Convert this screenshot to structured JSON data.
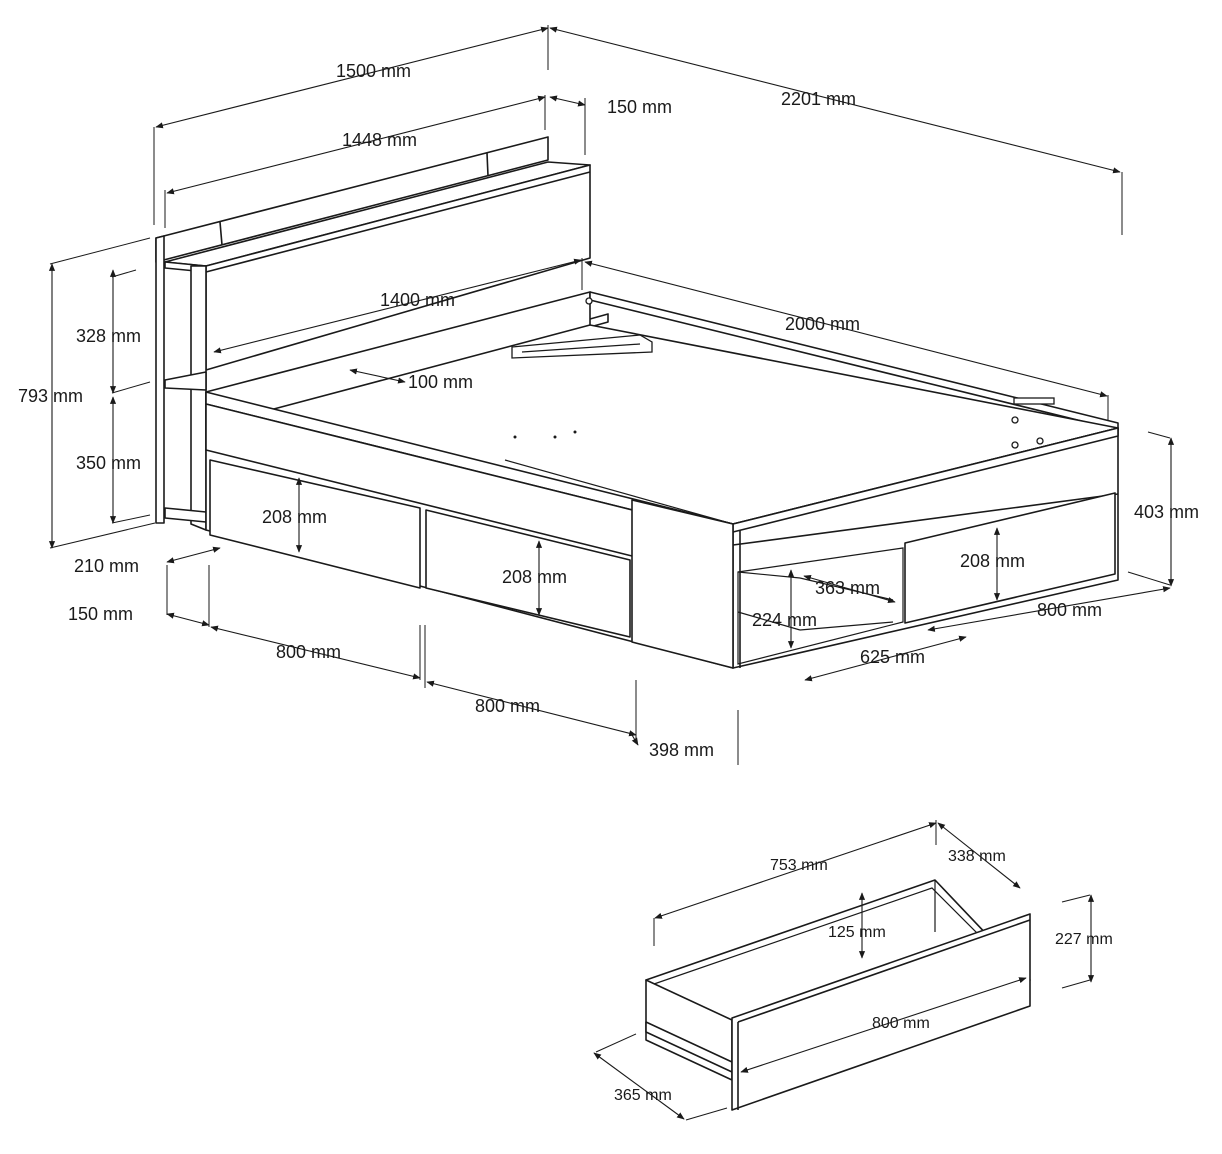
{
  "bed": {
    "labels": {
      "width_overall": "1500 mm",
      "length_overall": "2201 mm",
      "headboard_depth": "150 mm",
      "headboard_width": "1448 mm",
      "mattress_width": "1400 mm",
      "mattress_length": "2000 mm",
      "slat_gap": "100 mm",
      "shelf_upper": "328 mm",
      "shelf_lower": "350 mm",
      "headboard_height": "793 mm",
      "shelf_depth": "210 mm",
      "offset_150": "150 mm",
      "drawer_width_1": "800 mm",
      "drawer_width_2": "800 mm",
      "drawer_width_3": "800 mm",
      "side_panel": "398 mm",
      "drawer_height_1": "208 mm",
      "drawer_height_2": "208 mm",
      "drawer_height_3": "208 mm",
      "niche_height": "224 mm",
      "niche_depth": "363 mm",
      "niche_width": "625 mm",
      "bed_height": "403 mm"
    }
  },
  "drawer": {
    "labels": {
      "length": "753 mm",
      "depth": "338 mm",
      "inner_height": "125 mm",
      "height": "227 mm",
      "front_width": "800 mm",
      "front_depth": "365 mm"
    }
  }
}
